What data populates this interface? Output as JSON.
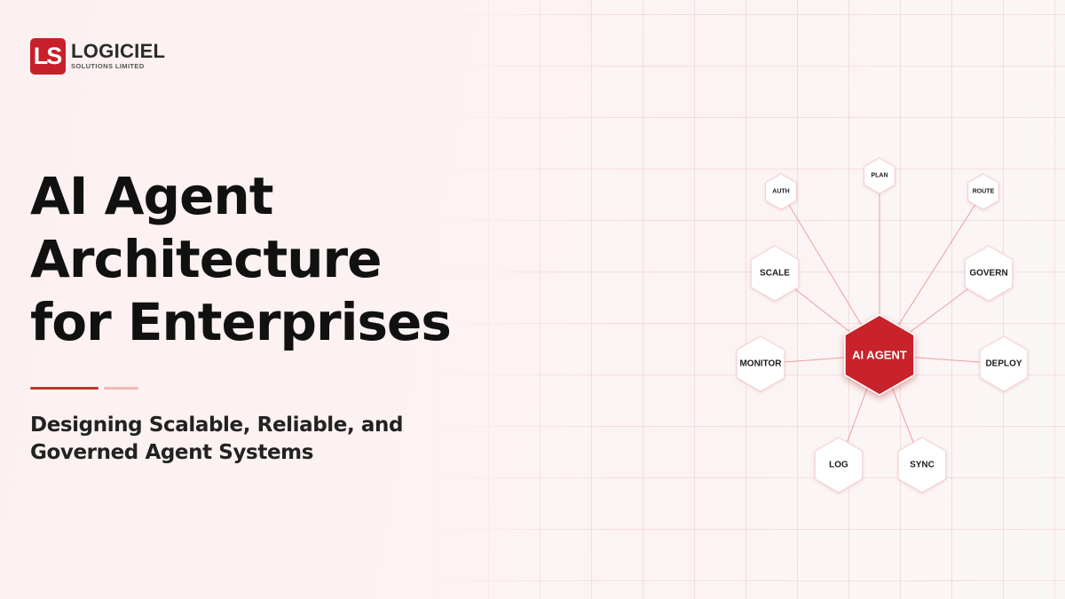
{
  "brand": {
    "mark": "LS",
    "name": "LOGICIEL",
    "subtitle": "SOLUTIONS LIMITED",
    "color": "#c8202a"
  },
  "heading": {
    "title_lines": [
      "AI Agent",
      "Architecture",
      "for Enterprises"
    ],
    "subtitle_lines": [
      "Designing Scalable, Reliable, and",
      "Governed Agent Systems"
    ]
  },
  "colors": {
    "accent": "#d62b2b",
    "accent_light": "#f3b6b6",
    "hub_fill": "#c8202a",
    "connector": "#e98a8a"
  },
  "diagram": {
    "hub": {
      "label": "AI AGENT"
    },
    "nodes": [
      {
        "id": "plan",
        "label": "PLAN"
      },
      {
        "id": "auth",
        "label": "AUTH"
      },
      {
        "id": "route",
        "label": "ROUTE"
      },
      {
        "id": "scale",
        "label": "SCALE"
      },
      {
        "id": "govern",
        "label": "GOVERN"
      },
      {
        "id": "monitor",
        "label": "MONITOR"
      },
      {
        "id": "deploy",
        "label": "DEPLOY"
      },
      {
        "id": "log",
        "label": "LOG"
      },
      {
        "id": "sync",
        "label": "SYNC"
      }
    ]
  }
}
